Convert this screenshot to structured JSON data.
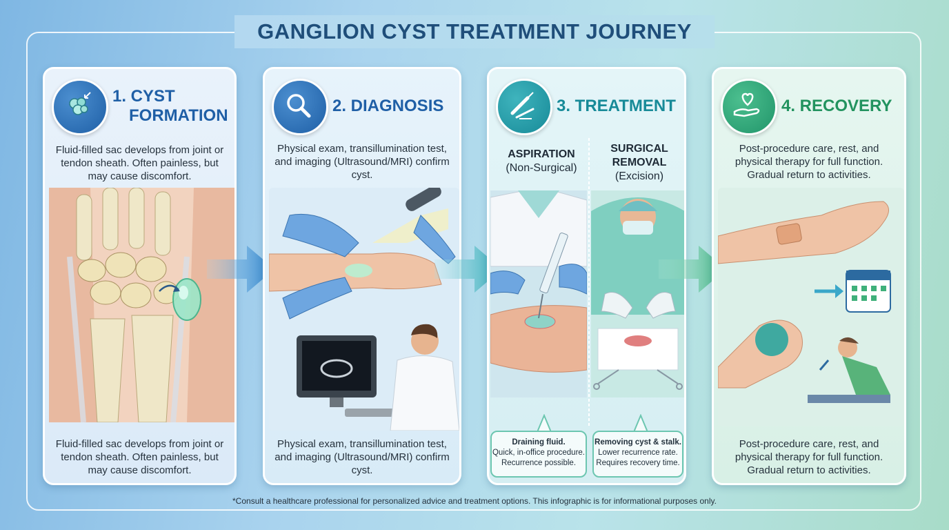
{
  "title": "GANGLION CYST TREATMENT JOURNEY",
  "steps": [
    {
      "title_line1": "1. CYST",
      "title_line2": "FORMATION",
      "description": "Fluid-filled sac develops from joint or tendon sheath. Often painless, but may cause discomfort.",
      "description_bottom": "Fluid-filled sac develops from joint or tendon sheath. Often painless, but may cause discomfort.",
      "icon": "cells-icon"
    },
    {
      "title": "2. DIAGNOSIS",
      "description": "Physical exam, transillumination test, and imaging (Ultrasound/MRI) confirm cyst.",
      "description_bottom": "Physical exam, transillumination test, and imaging (Ultrasound/MRI) confirm cyst.",
      "icon": "magnifier-icon"
    },
    {
      "title": "3. TREATMENT",
      "icon": "syringe-scalpel-icon",
      "options": [
        {
          "heading": "ASPIRATION",
          "subheading": "(Non-Surgical)",
          "bubble_title": "Draining fluid.",
          "bubble_line1": "Quick, in-office procedure.",
          "bubble_line2": "Recurrence possible."
        },
        {
          "heading_line1": "SURGICAL",
          "heading_line2": "REMOVAL",
          "subheading": "(Excision)",
          "bubble_title": "Removing cyst & stalk.",
          "bubble_line1": "Lower recurrence rate.",
          "bubble_line2": "Requires recovery time."
        }
      ]
    },
    {
      "title": "4. RECOVERY",
      "description": "Post-procedure care, rest, and physical therapy for full function. Gradual return to activities.",
      "description_bottom": "Post-procedure care, rest, and physical therapy for full function. Gradual return to activities.",
      "icon": "heart-hand-icon"
    }
  ],
  "footnote": "*Consult a healthcare professional for personalized advice and treatment options. This infographic is for informational purposes only.",
  "colors": {
    "blue": "#1f5fa6",
    "teal": "#178a98",
    "green": "#22935f"
  }
}
